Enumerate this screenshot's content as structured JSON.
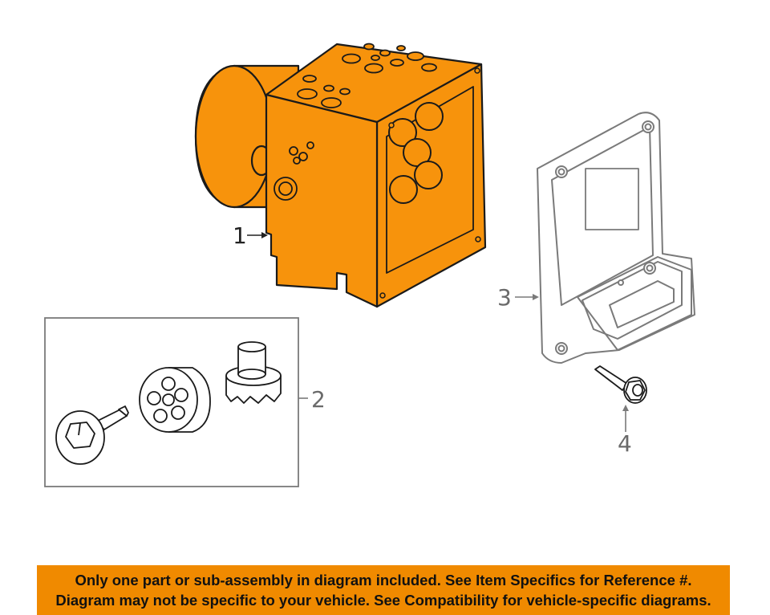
{
  "callouts": {
    "c1": "1",
    "c2": "2",
    "c3": "3",
    "c4": "4"
  },
  "banner": {
    "line1": "Only one part or sub-assembly in diagram included. See Item Specifics for Reference #.",
    "line2": "Diagram may not be specific to your vehicle. See Compatibility for vehicle-specific diagrams."
  },
  "colors": {
    "part_fill": "#f7930c",
    "banner_bg": "#f08a00",
    "outline": "#1a1a1a",
    "gray_outline": "#7a7a7a"
  }
}
